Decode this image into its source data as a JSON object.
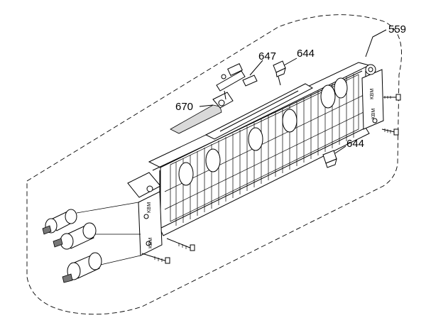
{
  "callouts": {
    "assembly": "559",
    "part_a": "647",
    "part_b_top": "644",
    "part_b_bottom": "644",
    "part_c": "670"
  },
  "plate_marks": {
    "left_top": "KBM",
    "left_bottom": "KBM",
    "right_top": "KBM",
    "right_bottom": "KBM"
  }
}
